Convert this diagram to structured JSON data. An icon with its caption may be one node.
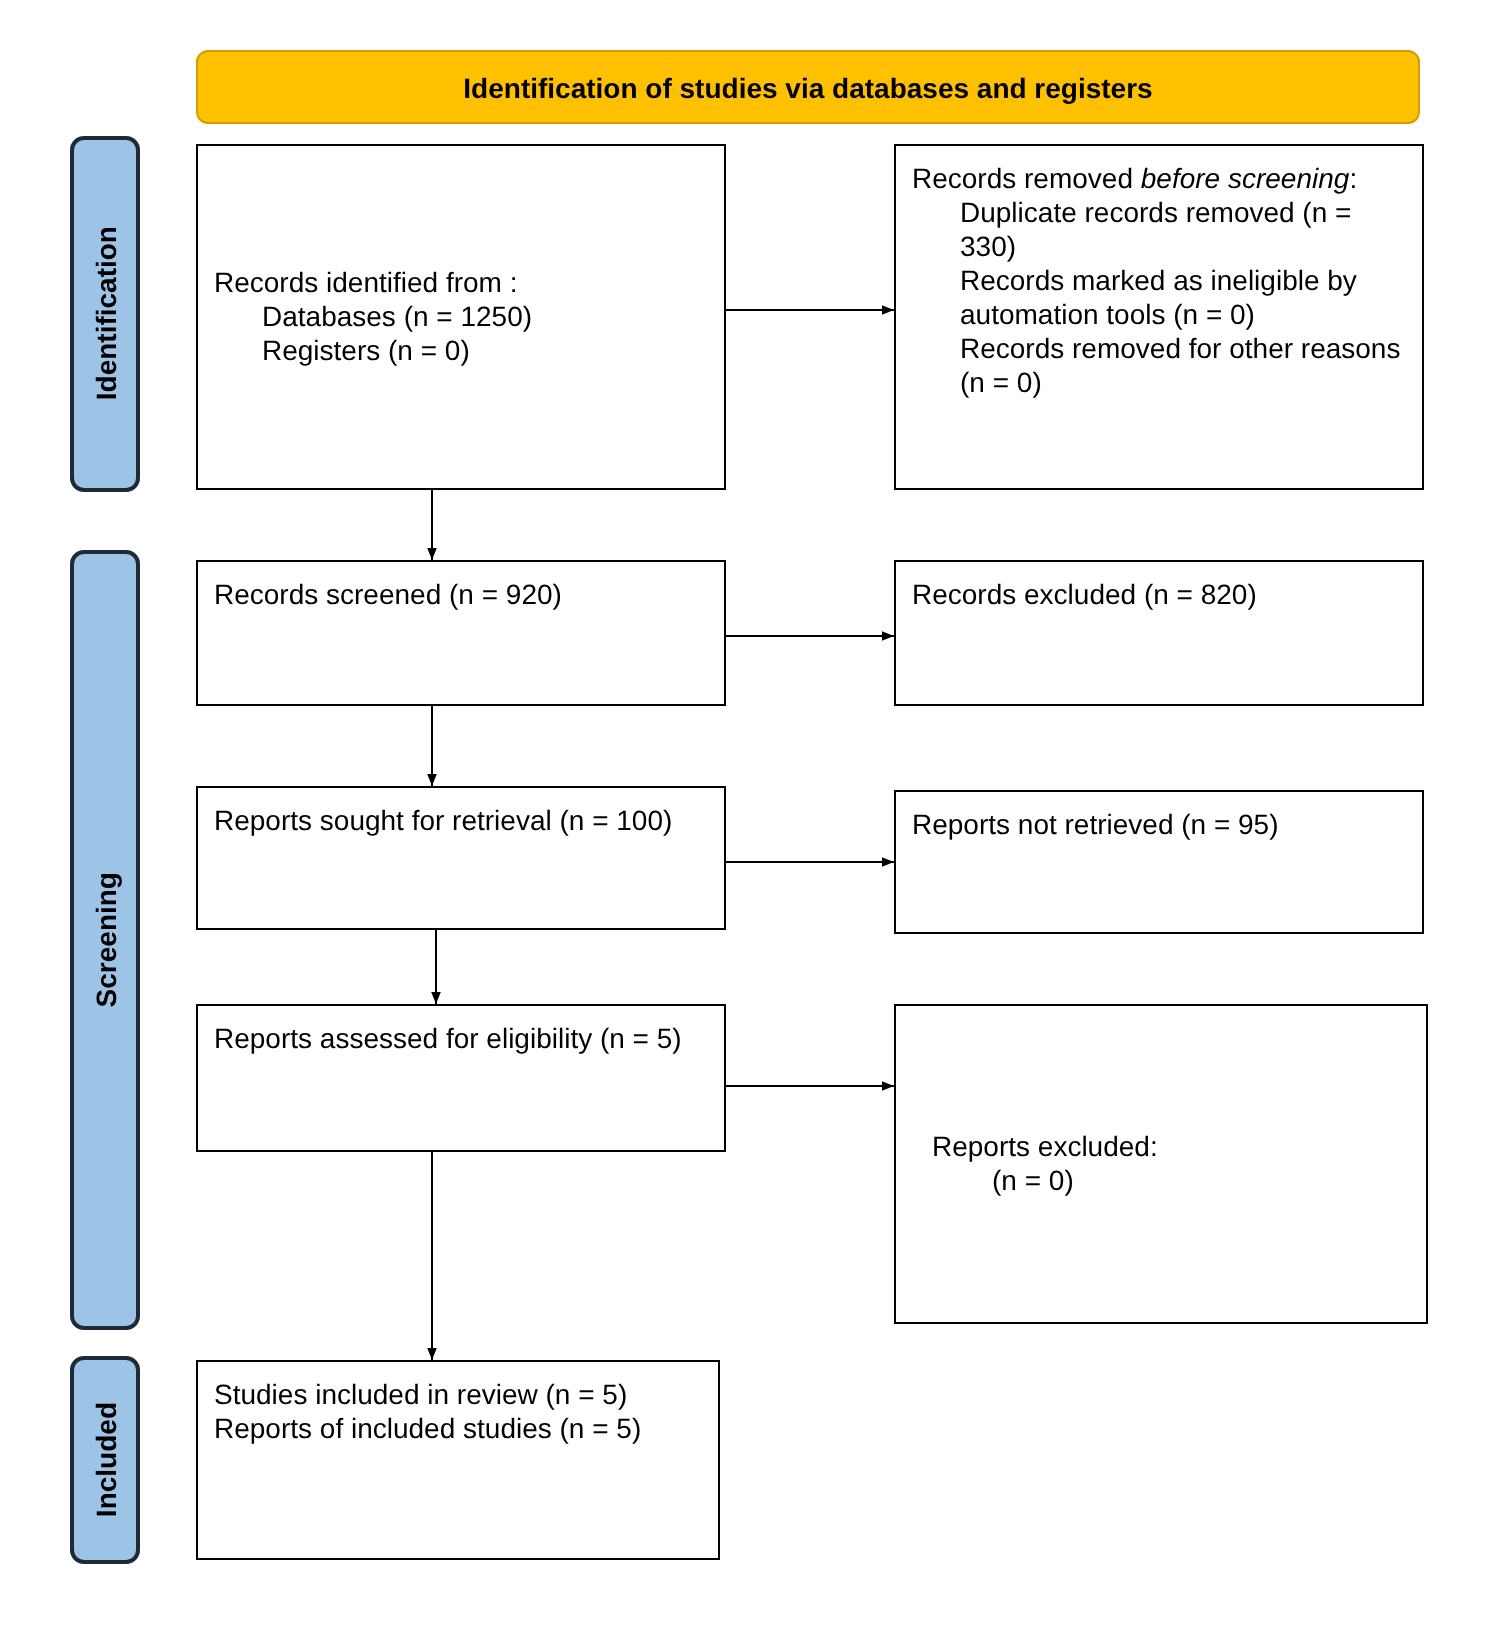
{
  "diagram": {
    "nodes": [
      {
        "text": [
          "Identification of studies via databases and registers"
        ]
      },
      {
        "text": [
          "Identification"
        ]
      },
      {
        "text": [
          "Screening"
        ]
      },
      {
        "text": [
          "Included"
        ]
      },
      {
        "text": [
          "Records identified from :",
          "Databases (n = 1250)",
          "Registers (n = 0)"
        ]
      },
      {
        "text": [
          "Records removed *before screening*:",
          "Duplicate records removed (n = 330)",
          "Records marked as ineligible by automation tools (n = 0)",
          "Records removed for other reasons (n = 0)"
        ]
      },
      {
        "text": [
          "Records screened (n = 920)"
        ]
      },
      {
        "text": [
          "Records excluded (n = 820)"
        ]
      },
      {
        "text": [
          "Reports sought for retrieval (n = 100)"
        ]
      },
      {
        "text": [
          "Reports not retrieved (n = 95)"
        ]
      },
      {
        "text": [
          "Reports assessed for eligibility (n = 5)"
        ]
      },
      {
        "text": [
          "Reports excluded:",
          "(n = 0)"
        ]
      },
      {
        "text": [
          "Studies included in review (n = 5)",
          "Reports of included studies (n = 5)"
        ]
      }
    ],
    "edges": [
      {
        "from": 4,
        "to": 5,
        "arrow": "to"
      },
      {
        "from": 4,
        "to": 6,
        "arrow": "to"
      },
      {
        "from": 6,
        "to": 7,
        "arrow": "to"
      },
      {
        "from": 6,
        "to": 8,
        "arrow": "to"
      },
      {
        "from": 8,
        "to": 9,
        "arrow": "to"
      },
      {
        "from": 8,
        "to": 10,
        "arrow": "to"
      },
      {
        "from": 10,
        "to": 11,
        "arrow": "to"
      },
      {
        "from": 10,
        "to": 12,
        "arrow": "to"
      }
    ]
  }
}
